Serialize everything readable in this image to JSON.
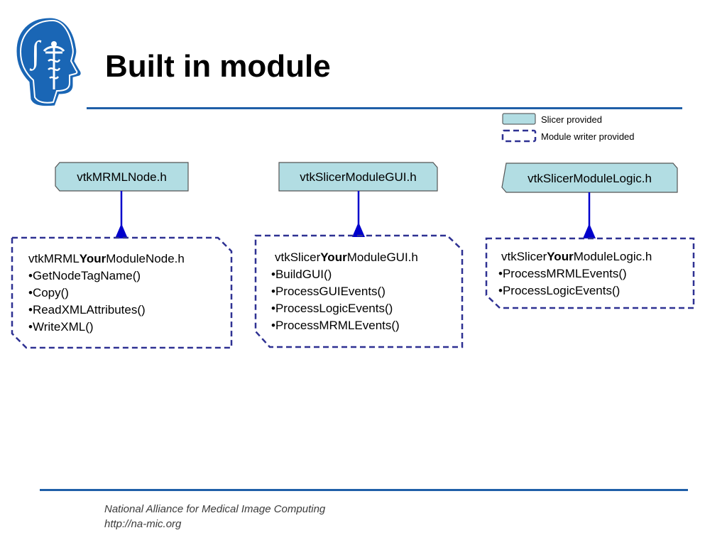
{
  "slide": {
    "title": "Built in module"
  },
  "legend": {
    "slicer_provided": "Slicer provided",
    "module_writer_provided": "Module writer provided",
    "slicer_fill": "#b2dde3",
    "dash_color": "#2e3192"
  },
  "columns": [
    {
      "header": "vtkMRMLNode.h",
      "module_prefix": "vtkMRML",
      "module_bold": "Your",
      "module_suffix": "ModuleNode.h",
      "methods": [
        "•GetNodeTagName()",
        "•Copy()",
        "•ReadXMLAttributes()",
        "•WriteXML()"
      ]
    },
    {
      "header": "vtkSlicerModuleGUI.h",
      "module_prefix": "vtkSlicer",
      "module_bold": "Your",
      "module_suffix": "ModuleGUI.h",
      "methods": [
        "•BuildGUI()",
        "•ProcessGUIEvents()",
        "•ProcessLogicEvents()",
        "•ProcessMRMLEvents()"
      ]
    },
    {
      "header": "vtkSlicerModuleLogic.h",
      "module_prefix": "vtkSlicer",
      "module_bold": "Your",
      "module_suffix": "ModuleLogic.h",
      "methods": [
        "•ProcessMRMLEvents()",
        "•ProcessLogicEvents()"
      ]
    }
  ],
  "footer": {
    "line1": "National Alliance for Medical Image Computing",
    "line2": "http://na-mic.org"
  },
  "colors": {
    "rule": "#1f5fa8",
    "arrow": "#0000cc"
  },
  "logo": {
    "icon": "na-mic-head-logo"
  }
}
